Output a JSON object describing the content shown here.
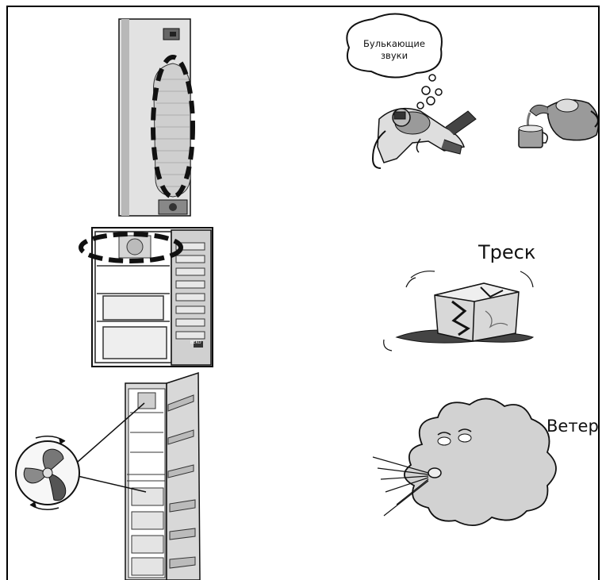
{
  "bubble": {
    "line1": "Булькающие",
    "line2": "звуки"
  },
  "labels": {
    "crack": "Треск",
    "wind": "Ветер"
  },
  "fridge_badge": "BEKO",
  "colors": {
    "line": "#111111",
    "fill_light": "#e6e6e6",
    "fill_mid": "#bdbdbd",
    "fill_dark": "#555555"
  }
}
